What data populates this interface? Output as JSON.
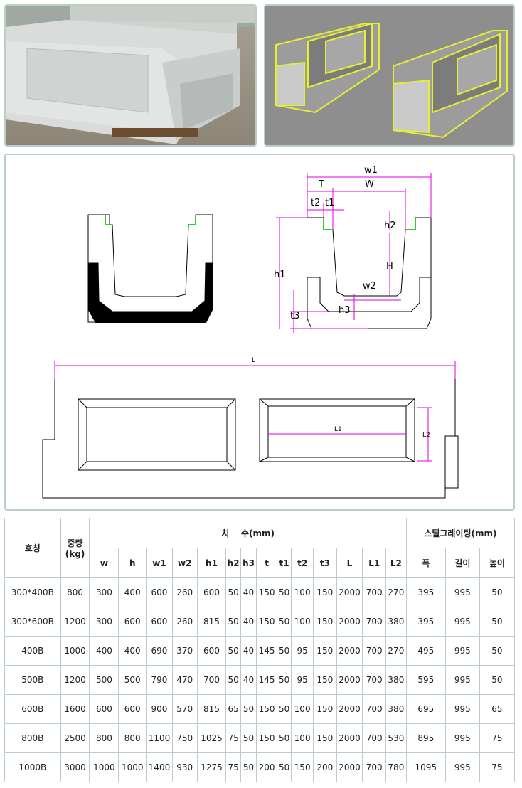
{
  "photos": {
    "left": {
      "description": "precast concrete U-shaped drainage channel"
    },
    "right": {
      "description": "3D render of two U-shaped channels"
    }
  },
  "drawing": {
    "labels": {
      "w1": "w1",
      "T": "T",
      "W": "W",
      "t2": "t2",
      "t1": "t1",
      "h2": "h2",
      "H": "H",
      "h1": "h1",
      "w2": "w2",
      "h3": "h3",
      "t3": "t3",
      "L": "L",
      "L1": "L1",
      "L2": "L2"
    }
  },
  "table": {
    "header": {
      "name": "호칭",
      "weight": "중량\n(kg)",
      "dims_group": "치    수(mm)",
      "grating_group": "스틸그레이팅(mm)",
      "dim_cols": [
        "w",
        "h",
        "w1",
        "w2",
        "h1",
        "h2",
        "h3",
        "t",
        "t1",
        "t2",
        "t3",
        "L",
        "L1",
        "L2"
      ],
      "grating_cols": [
        "폭",
        "길이",
        "높이"
      ]
    },
    "rows": [
      {
        "name": "300*400B",
        "weight": "800",
        "dims": [
          "300",
          "400",
          "600",
          "260",
          "600",
          "50",
          "40",
          "150",
          "50",
          "100",
          "150",
          "2000",
          "700",
          "270"
        ],
        "grating": [
          "395",
          "995",
          "50"
        ]
      },
      {
        "name": "300*600B",
        "weight": "1200",
        "dims": [
          "300",
          "600",
          "600",
          "260",
          "815",
          "50",
          "40",
          "150",
          "50",
          "100",
          "150",
          "2000",
          "700",
          "380"
        ],
        "grating": [
          "395",
          "995",
          "50"
        ]
      },
      {
        "name": "400B",
        "weight": "1000",
        "dims": [
          "400",
          "400",
          "690",
          "370",
          "600",
          "50",
          "40",
          "145",
          "50",
          "95",
          "150",
          "2000",
          "700",
          "270"
        ],
        "grating": [
          "495",
          "995",
          "50"
        ]
      },
      {
        "name": "500B",
        "weight": "1200",
        "dims": [
          "500",
          "500",
          "790",
          "470",
          "700",
          "50",
          "40",
          "145",
          "50",
          "95",
          "150",
          "2000",
          "700",
          "380"
        ],
        "grating": [
          "595",
          "995",
          "50"
        ]
      },
      {
        "name": "600B",
        "weight": "1600",
        "dims": [
          "600",
          "600",
          "900",
          "570",
          "815",
          "65",
          "50",
          "150",
          "50",
          "100",
          "150",
          "2000",
          "700",
          "380"
        ],
        "grating": [
          "695",
          "995",
          "65"
        ]
      },
      {
        "name": "800B",
        "weight": "2500",
        "dims": [
          "800",
          "800",
          "1100",
          "750",
          "1025",
          "75",
          "50",
          "150",
          "50",
          "100",
          "150",
          "2000",
          "700",
          "530"
        ],
        "grating": [
          "895",
          "995",
          "75"
        ]
      },
      {
        "name": "1000B",
        "weight": "3000",
        "dims": [
          "1000",
          "1000",
          "1400",
          "930",
          "1275",
          "75",
          "50",
          "200",
          "50",
          "150",
          "200",
          "2000",
          "700",
          "780"
        ],
        "grating": [
          "1095",
          "995",
          "75"
        ]
      }
    ]
  },
  "colors": {
    "border": "#b9cfc5",
    "dimension": "#e000e0",
    "grating": "#33cc33"
  }
}
